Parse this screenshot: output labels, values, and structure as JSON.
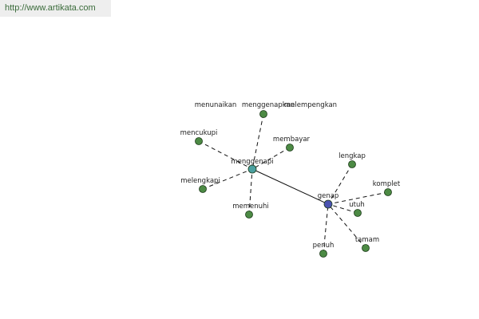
{
  "banner": {
    "url": "http://www.artikata.com"
  },
  "colors": {
    "leaf": "#4c8a44",
    "hub_secondary": "#4aa0a0",
    "hub_primary": "#4a52b0",
    "edge": "#111111"
  },
  "graph": {
    "hubs": [
      {
        "id": "genap",
        "label": "genap",
        "role": "primary"
      },
      {
        "id": "menggenapi",
        "label": "menggenapi",
        "role": "secondary"
      }
    ],
    "leaves": [
      {
        "id": "menunaikan",
        "label": "menunaikan",
        "hub": "menggenapi"
      },
      {
        "id": "menggenapkan",
        "label": "menggenapkan",
        "hub": "menggenapi"
      },
      {
        "id": "melempengkan",
        "label": "melempengkan",
        "hub": "menggenapi"
      },
      {
        "id": "mencukupi",
        "label": "mencukupi",
        "hub": "menggenapi"
      },
      {
        "id": "membayar",
        "label": "membayar",
        "hub": "menggenapi"
      },
      {
        "id": "melengkapi",
        "label": "melengkapi",
        "hub": "menggenapi"
      },
      {
        "id": "memenuhi",
        "label": "memenuhi",
        "hub": "menggenapi"
      },
      {
        "id": "lengkap",
        "label": "lengkap",
        "hub": "genap"
      },
      {
        "id": "komplet",
        "label": "komplet",
        "hub": "genap"
      },
      {
        "id": "utuh",
        "label": "utuh",
        "hub": "genap"
      },
      {
        "id": "penuh",
        "label": "penuh",
        "hub": "genap"
      },
      {
        "id": "tamam",
        "label": "tamam",
        "hub": "genap"
      }
    ],
    "links": [
      {
        "from": "menggenapi",
        "to": "genap",
        "style": "solid"
      }
    ]
  }
}
